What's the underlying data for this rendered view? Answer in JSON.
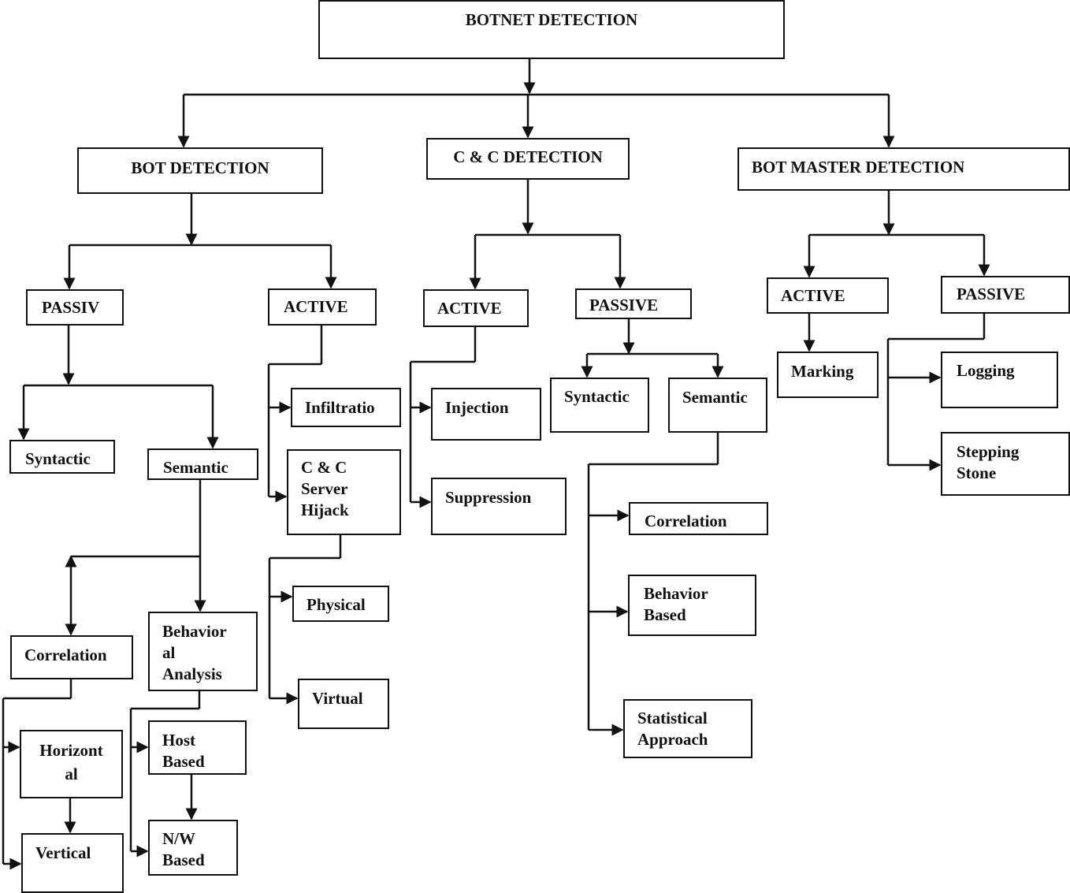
{
  "nodes": {
    "root": "BOTNET DETECTION",
    "bot_detection": "BOT DETECTION",
    "cc_detection": "C & C DETECTION",
    "bot_master_detection": "BOT    MASTER DETECTION",
    "bot_passive": "PASSIV",
    "bot_active": "ACTIVE",
    "bot_passive_syntactic": "Syntactic",
    "bot_passive_semantic": "Semantic",
    "bot_active_infiltration": "Infiltratio",
    "bot_active_cc_hijack": "C & C\nServer\nHijack",
    "bot_active_physical": "Physical",
    "bot_active_virtual": "Virtual",
    "bot_sem_correlation": "Correlation",
    "bot_sem_behavioral": "Behavior\nal\nAnalysis",
    "bot_corr_horizontal": "Horizont\nal",
    "bot_corr_vertical": "Vertical",
    "bot_beh_host": "Host\nBased",
    "bot_beh_nw": "N/W\nBased",
    "cc_active": "ACTIVE",
    "cc_passive": "PASSIVE",
    "cc_active_injection": "Injection",
    "cc_active_suppression": "Suppression",
    "cc_passive_syntactic": "Syntactic",
    "cc_passive_semantic": "Semantic",
    "cc_sem_correlation": "Correlation",
    "cc_sem_behavior": "Behavior\nBased",
    "cc_sem_statistical": "Statistical\nApproach",
    "bm_active": "ACTIVE",
    "bm_passive": "PASSIVE",
    "bm_marking": "Marking",
    "bm_logging": "Logging",
    "bm_stepping": "Stepping\nStone"
  }
}
